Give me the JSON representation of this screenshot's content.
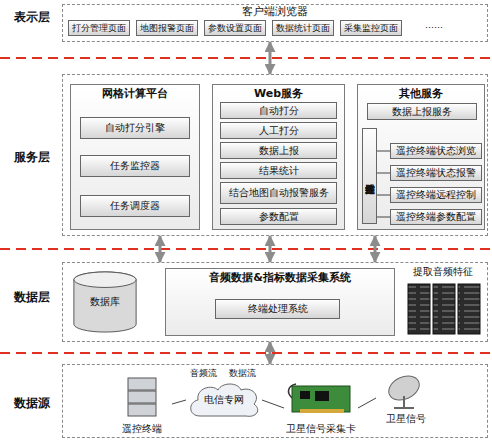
{
  "diagram": {
    "nodes": [
      {
        "text": [
          "表示层",
          "客户端浏览器"
        ]
      },
      {
        "text": [
          "打分管理页面"
        ],
        "in": 0
      },
      {
        "text": [
          "地图报警页面"
        ],
        "in": 0
      },
      {
        "text": [
          "参数设置页面"
        ],
        "in": 0
      },
      {
        "text": [
          "数据统计页面"
        ],
        "in": 0
      },
      {
        "text": [
          "采集监控页面"
        ],
        "in": 0
      },
      {
        "text": [
          "服务层"
        ]
      },
      {
        "text": [
          "网格计算平台"
        ],
        "in": 6
      },
      {
        "text": [
          "自动打分引擎"
        ],
        "in": 7
      },
      {
        "text": [
          "任务监控器"
        ],
        "in": 7
      },
      {
        "text": [
          "任务调度器"
        ],
        "in": 7
      },
      {
        "text": [
          "Web服务"
        ],
        "in": 6
      },
      {
        "text": [
          "自动打分"
        ],
        "in": 11
      },
      {
        "text": [
          "人工打分"
        ],
        "in": 11
      },
      {
        "text": [
          "数据上报"
        ],
        "in": 11
      },
      {
        "text": [
          "结果统计"
        ],
        "in": 11
      },
      {
        "text": [
          "结合地图自动报警服务"
        ],
        "in": 11
      },
      {
        "text": [
          "参数配置"
        ],
        "in": 11
      },
      {
        "text": [
          "其他服务"
        ],
        "in": 6
      },
      {
        "text": [
          "数据上报服务"
        ],
        "in": 18
      },
      {
        "text": [
          "遥控终端监控服务"
        ],
        "in": 18
      },
      {
        "text": [
          "遥控终端状态浏览"
        ],
        "in": 18
      },
      {
        "text": [
          "遥控终端状态报警"
        ],
        "in": 18
      },
      {
        "text": [
          "遥控终端远程控制"
        ],
        "in": 18
      },
      {
        "text": [
          "遥控终端参数配置"
        ],
        "in": 18
      },
      {
        "text": [
          "数据层"
        ]
      },
      {
        "text": [
          "数据库"
        ],
        "in": 25
      },
      {
        "text": [
          "音频数据&指标数据采集系统"
        ],
        "in": 25
      },
      {
        "text": [
          "终端处理系统"
        ],
        "in": 27
      },
      {
        "text": [
          "提取音频特征"
        ],
        "in": 25
      },
      {
        "text": [
          "数据源"
        ]
      },
      {
        "text": [
          "遥控终端"
        ],
        "in": 30
      },
      {
        "text": [
          "电信专网"
        ],
        "in": 30
      },
      {
        "text": [
          "卫星信号采集卡"
        ],
        "in": 30
      },
      {
        "text": [
          "卫星信号"
        ],
        "in": 30
      }
    ],
    "edges": [
      {
        "from": 0,
        "to": 6,
        "arrow": "both"
      },
      {
        "from": 6,
        "to": 25,
        "arrow": "both"
      },
      {
        "from": 6,
        "to": 25,
        "arrow": "both"
      },
      {
        "from": 6,
        "to": 25,
        "arrow": "both"
      },
      {
        "from": 25,
        "to": 30,
        "arrow": "both"
      },
      {
        "from": 20,
        "to": 21,
        "arrow": "none"
      },
      {
        "from": 20,
        "to": 22,
        "arrow": "none"
      },
      {
        "from": 20,
        "to": 23,
        "arrow": "none"
      },
      {
        "from": 20,
        "to": 24,
        "arrow": "none"
      },
      {
        "from": 31,
        "to": 32,
        "arrow": "none"
      },
      {
        "from": 32,
        "to": 33,
        "arrow": "none"
      },
      {
        "from": 33,
        "to": 34,
        "arrow": "none"
      }
    ],
    "labels": [
      "……",
      "音频流",
      "数据流"
    ]
  }
}
